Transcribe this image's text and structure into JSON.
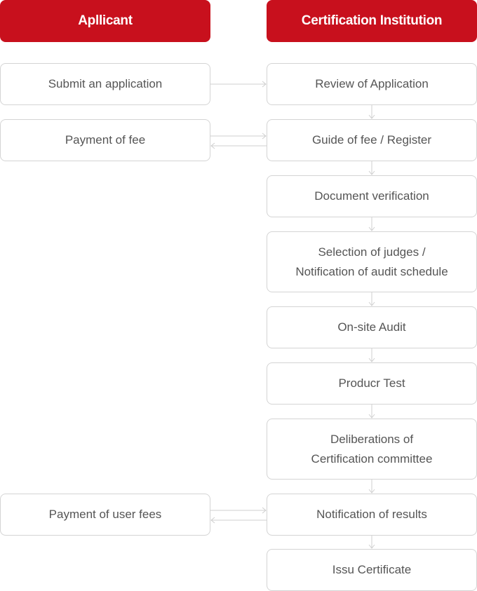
{
  "headers": {
    "applicant": "Apllicant",
    "institution": "Certification Institution"
  },
  "applicant_steps": {
    "submit": "Submit an application",
    "payment_fee": "Payment of fee",
    "payment_user_fees": "Payment of user fees"
  },
  "institution_steps": {
    "review": [
      "Review of Application"
    ],
    "guide": [
      "Guide of fee / Register"
    ],
    "document": [
      "Document verification"
    ],
    "selection": [
      "Selection of judges /",
      "Notification of audit schedule"
    ],
    "onsite": [
      "On-site Audit"
    ],
    "product": [
      "Producr Test"
    ],
    "deliberation": [
      "Deliberations of",
      "Certification committee"
    ],
    "notification": [
      "Notification of results"
    ],
    "issue": [
      "Issu Certificate"
    ]
  },
  "colors": {
    "header_bg": "#c8101d",
    "header_text": "#ffffff",
    "box_border": "#d4d4d4",
    "box_text": "#555555",
    "connector": "#cfcfcf"
  }
}
